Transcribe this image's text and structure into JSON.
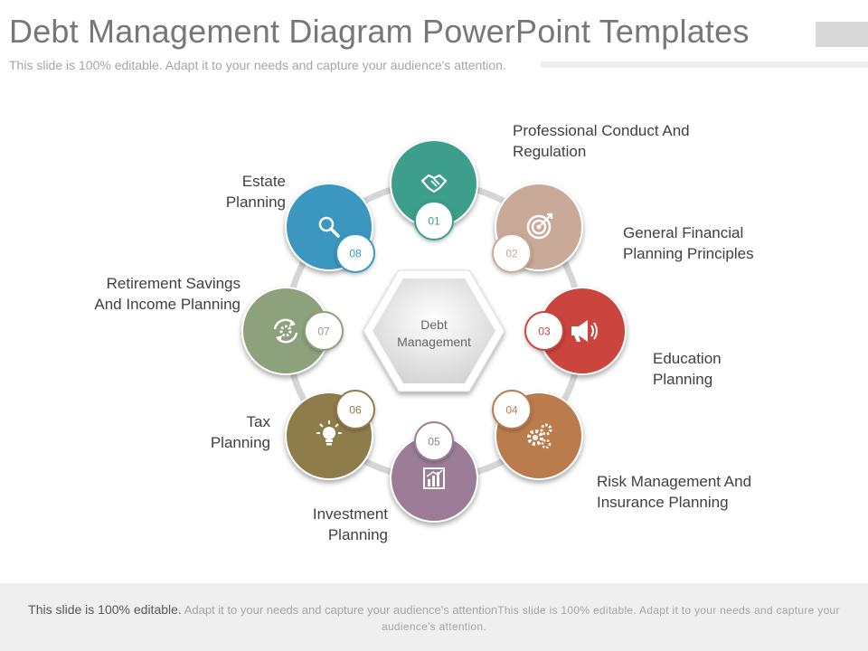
{
  "title": "Debt Management Diagram PowerPoint Templates",
  "subtitle": "This slide is 100% editable. Adapt it to your needs and capture your audience's attention.",
  "center": {
    "line1": "Debt",
    "line2": "Management"
  },
  "items": [
    {
      "number": "01",
      "label": [
        "Professional Conduct And",
        "Regulation"
      ],
      "color": "#3e9e8b",
      "icon": "handshake-icon"
    },
    {
      "number": "02",
      "label": [
        "General Financial",
        "Planning Principles"
      ],
      "color": "#c9a997",
      "icon": "target-icon"
    },
    {
      "number": "03",
      "label": [
        "Education",
        "Planning"
      ],
      "color": "#c9453d",
      "icon": "megaphone-icon"
    },
    {
      "number": "04",
      "label": [
        "Risk Management And",
        "Insurance Planning"
      ],
      "color": "#bb7b4d",
      "icon": "gears-icon"
    },
    {
      "number": "05",
      "label": [
        "Investment",
        "Planning"
      ],
      "color": "#9c7b97",
      "icon": "bar-chart-icon"
    },
    {
      "number": "06",
      "label": [
        "Tax",
        "Planning"
      ],
      "color": "#8f7c4c",
      "icon": "lightbulb-icon"
    },
    {
      "number": "07",
      "label": [
        "Retirement Savings",
        "And Income Planning"
      ],
      "color": "#8da27c",
      "icon": "refresh-gear-icon"
    },
    {
      "number": "08",
      "label": [
        "Estate",
        "Planning"
      ],
      "color": "#3a97c0",
      "icon": "search-icon"
    }
  ],
  "footer": {
    "part1": "This slide is 100% editable.",
    "part2": " Adapt it to your needs and capture your audience's attention",
    "part3": "This slide is 100%  editable.  Adapt it to your needs and capture your audience's  attention."
  }
}
